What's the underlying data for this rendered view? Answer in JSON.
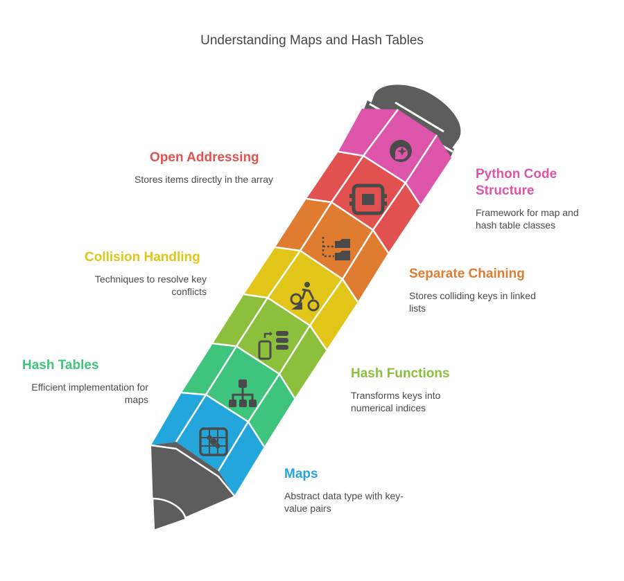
{
  "title": "Understanding Maps and Hash Tables",
  "sections": [
    {
      "key": "open_addressing",
      "heading": "Open Addressing",
      "description": "Stores items directly in the array",
      "color": "#e0514f",
      "icon": "memory-block-icon"
    },
    {
      "key": "python_code_structure",
      "heading": "Python Code Structure",
      "description": "Framework for map and hash table classes",
      "color": "#dc55ab",
      "icon": "sparkle-badge-icon"
    },
    {
      "key": "collision_handling",
      "heading": "Collision Handling",
      "description": "Techniques to resolve key conflicts",
      "color": "#e1c619",
      "icon": "bike-collision-icon"
    },
    {
      "key": "separate_chaining",
      "heading": "Separate Chaining",
      "description": "Stores colliding keys in linked lists",
      "color": "#e07c30",
      "icon": "folder-tree-icon"
    },
    {
      "key": "hash_tables",
      "heading": "Hash Tables",
      "description": "Efficient implementation for maps",
      "color": "#3fc47e",
      "icon": "hierarchy-icon"
    },
    {
      "key": "hash_functions",
      "heading": "Hash Functions",
      "description": "Transforms keys into numerical indices",
      "color": "#8cbf3c",
      "icon": "phone-server-icon"
    },
    {
      "key": "maps",
      "heading": "Maps",
      "description": "Abstract data type with key-value pairs",
      "color": "#23a6dc",
      "icon": "network-grid-icon"
    }
  ]
}
